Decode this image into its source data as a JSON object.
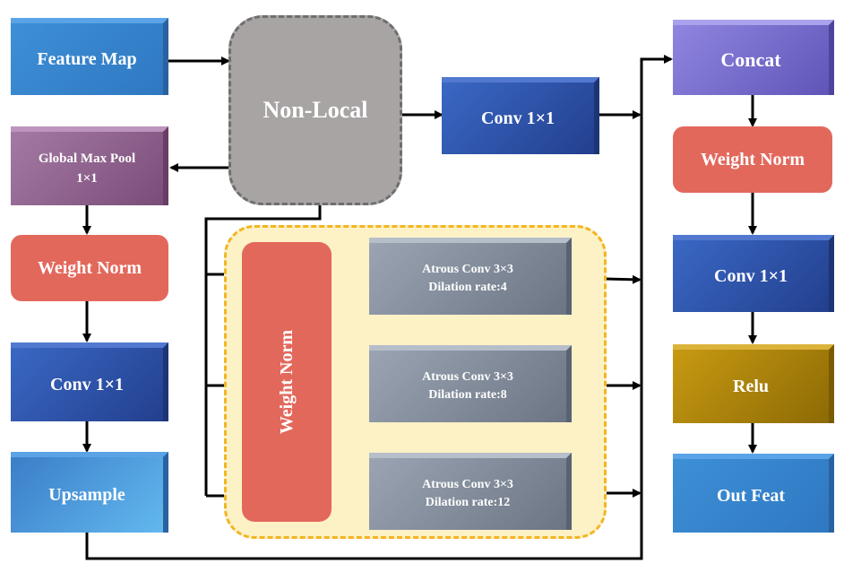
{
  "nodes": {
    "feature_map": "Feature Map",
    "non_local": "Non-Local",
    "conv_top": "Conv 1×1",
    "concat": "Concat",
    "global_max_pool_line1": "Global Max Pool",
    "global_max_pool_line2": "1×1",
    "weight_norm_right": "Weight Norm",
    "weight_norm_left": "Weight Norm",
    "weight_norm_center": "Weight Norm",
    "conv_left": "Conv 1×1",
    "conv_right": "Conv 1×1",
    "upsample": "Upsample",
    "relu": "Relu",
    "out_feat": "Out Feat",
    "atrous_1_line1": "Atrous Conv 3×3",
    "atrous_1_line2": "Dilation rate:4",
    "atrous_2_line1": "Atrous Conv 3×3",
    "atrous_2_line2": "Dilation rate:8",
    "atrous_3_line1": "Atrous Conv 3×3",
    "atrous_3_line2": "Dilation rate:12"
  },
  "colors": {
    "weight_norm": "#e3685c",
    "aspp_panel": "#fdf1c6",
    "aspp_border": "#f3b522",
    "non_local": "#a8a4a4",
    "arrow": "#000000"
  }
}
